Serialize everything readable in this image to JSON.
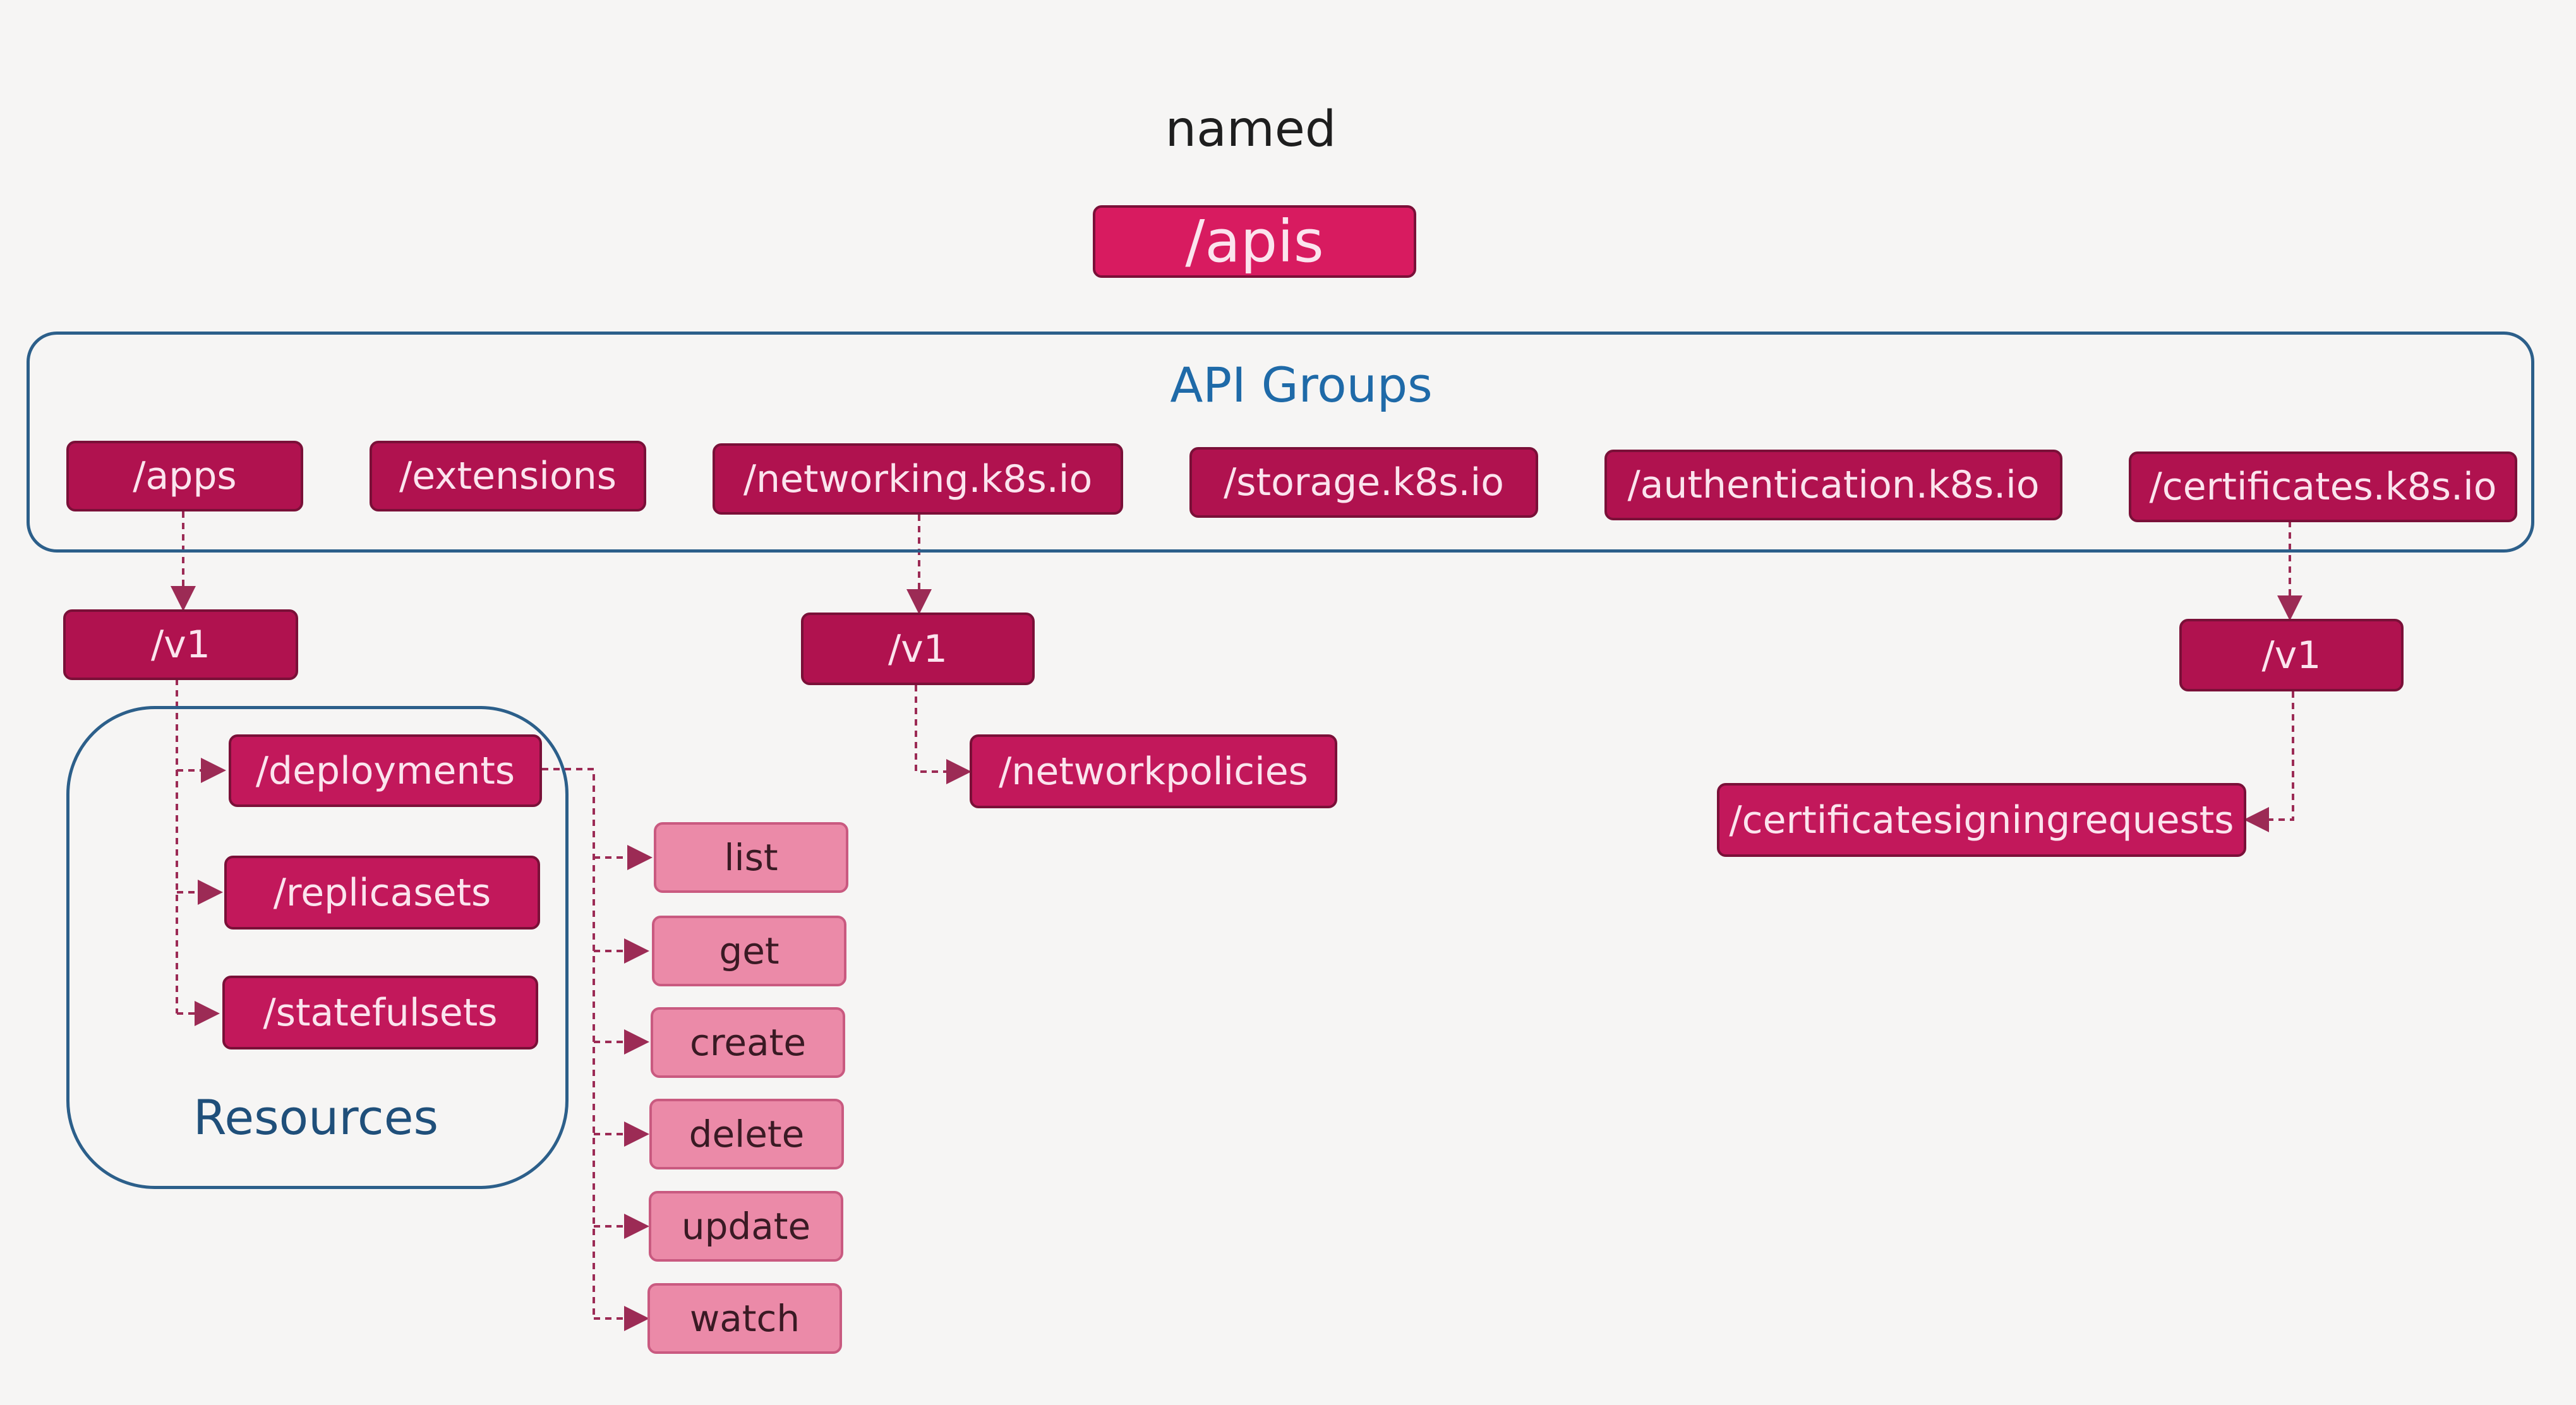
{
  "diagram": {
    "heading": "named",
    "root": "/apis",
    "groups_label": "API Groups",
    "groups": [
      "/apps",
      "/extensions",
      "/networking.k8s.io",
      "/storage.k8s.io",
      "/authentication.k8s.io",
      "/certificates.k8s.io"
    ],
    "versions": {
      "apps": "/v1",
      "networking": "/v1",
      "certificates": "/v1"
    },
    "resources": {
      "apps": [
        "/deployments",
        "/replicasets",
        "/statefulsets"
      ],
      "networking": [
        "/networkpolicies"
      ],
      "certificates": [
        "/certificatesigningrequests"
      ]
    },
    "resources_label": "Resources",
    "verbs": [
      "list",
      "get",
      "create",
      "delete",
      "update",
      "watch"
    ]
  },
  "colors": {
    "box_fill": "#c2185b",
    "box_border": "#7a1038",
    "verb_fill": "#eb8aa8",
    "group_border": "#2c5f8a",
    "group_label": "#1f6aa8",
    "connector": "#9c2b55"
  }
}
